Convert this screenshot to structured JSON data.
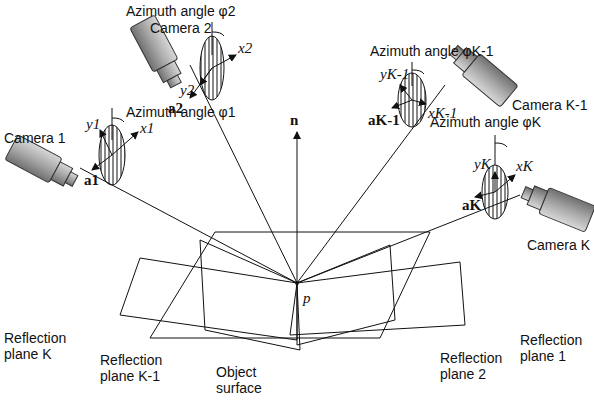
{
  "diagram": {
    "labels": [
      "Azimuth angle φ2",
      "Camera 2",
      "x2",
      "y2",
      "a2",
      "Azimuth angle φ1",
      "Camera 1",
      "y1",
      "x1",
      "a1",
      "n",
      "Azimuth angle φK-1",
      "yK-1",
      "xK-1",
      "aK-1",
      "Camera K-1",
      "Azimuth angle φK",
      "yK",
      "xK",
      "aK",
      "Camera K",
      "p",
      "Reflection plane K",
      "Reflection plane K-1",
      "Object surface",
      "Reflection plane 1",
      "Reflection plane 2"
    ]
  }
}
